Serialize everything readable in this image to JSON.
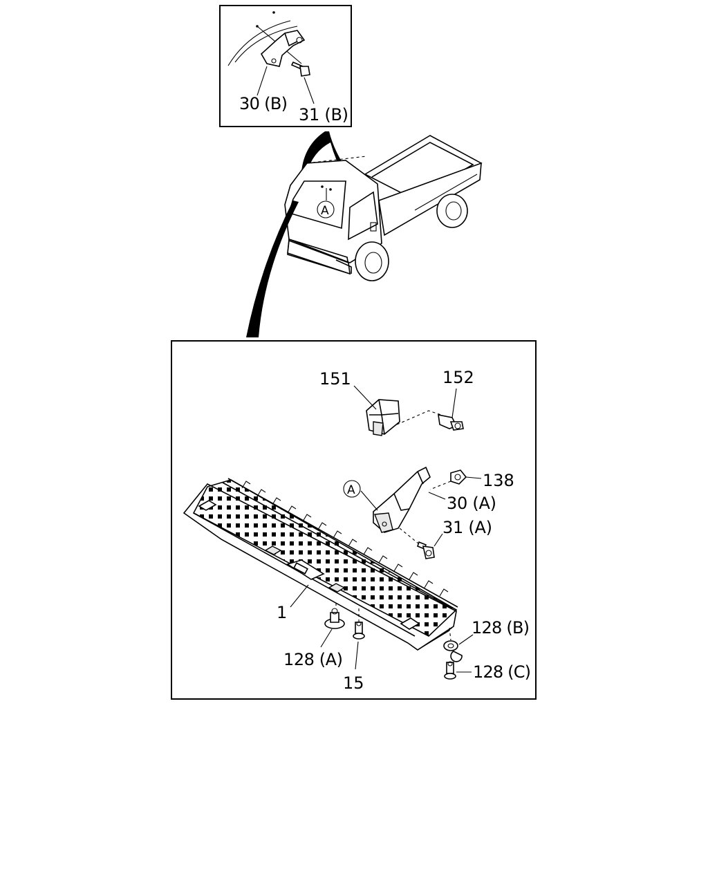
{
  "labels": {
    "l30b": "30 (B)",
    "l31b": "31 (B)",
    "circleA_truck": "A",
    "circleA_detail": "A",
    "l151": "151",
    "l152": "152",
    "l138": "138",
    "l30a": "30 (A)",
    "l31a": "31 (A)",
    "l1": "1",
    "l128a": "128 (A)",
    "l15": "15",
    "l128b": "128 (B)",
    "l128c": "128 (C)"
  }
}
